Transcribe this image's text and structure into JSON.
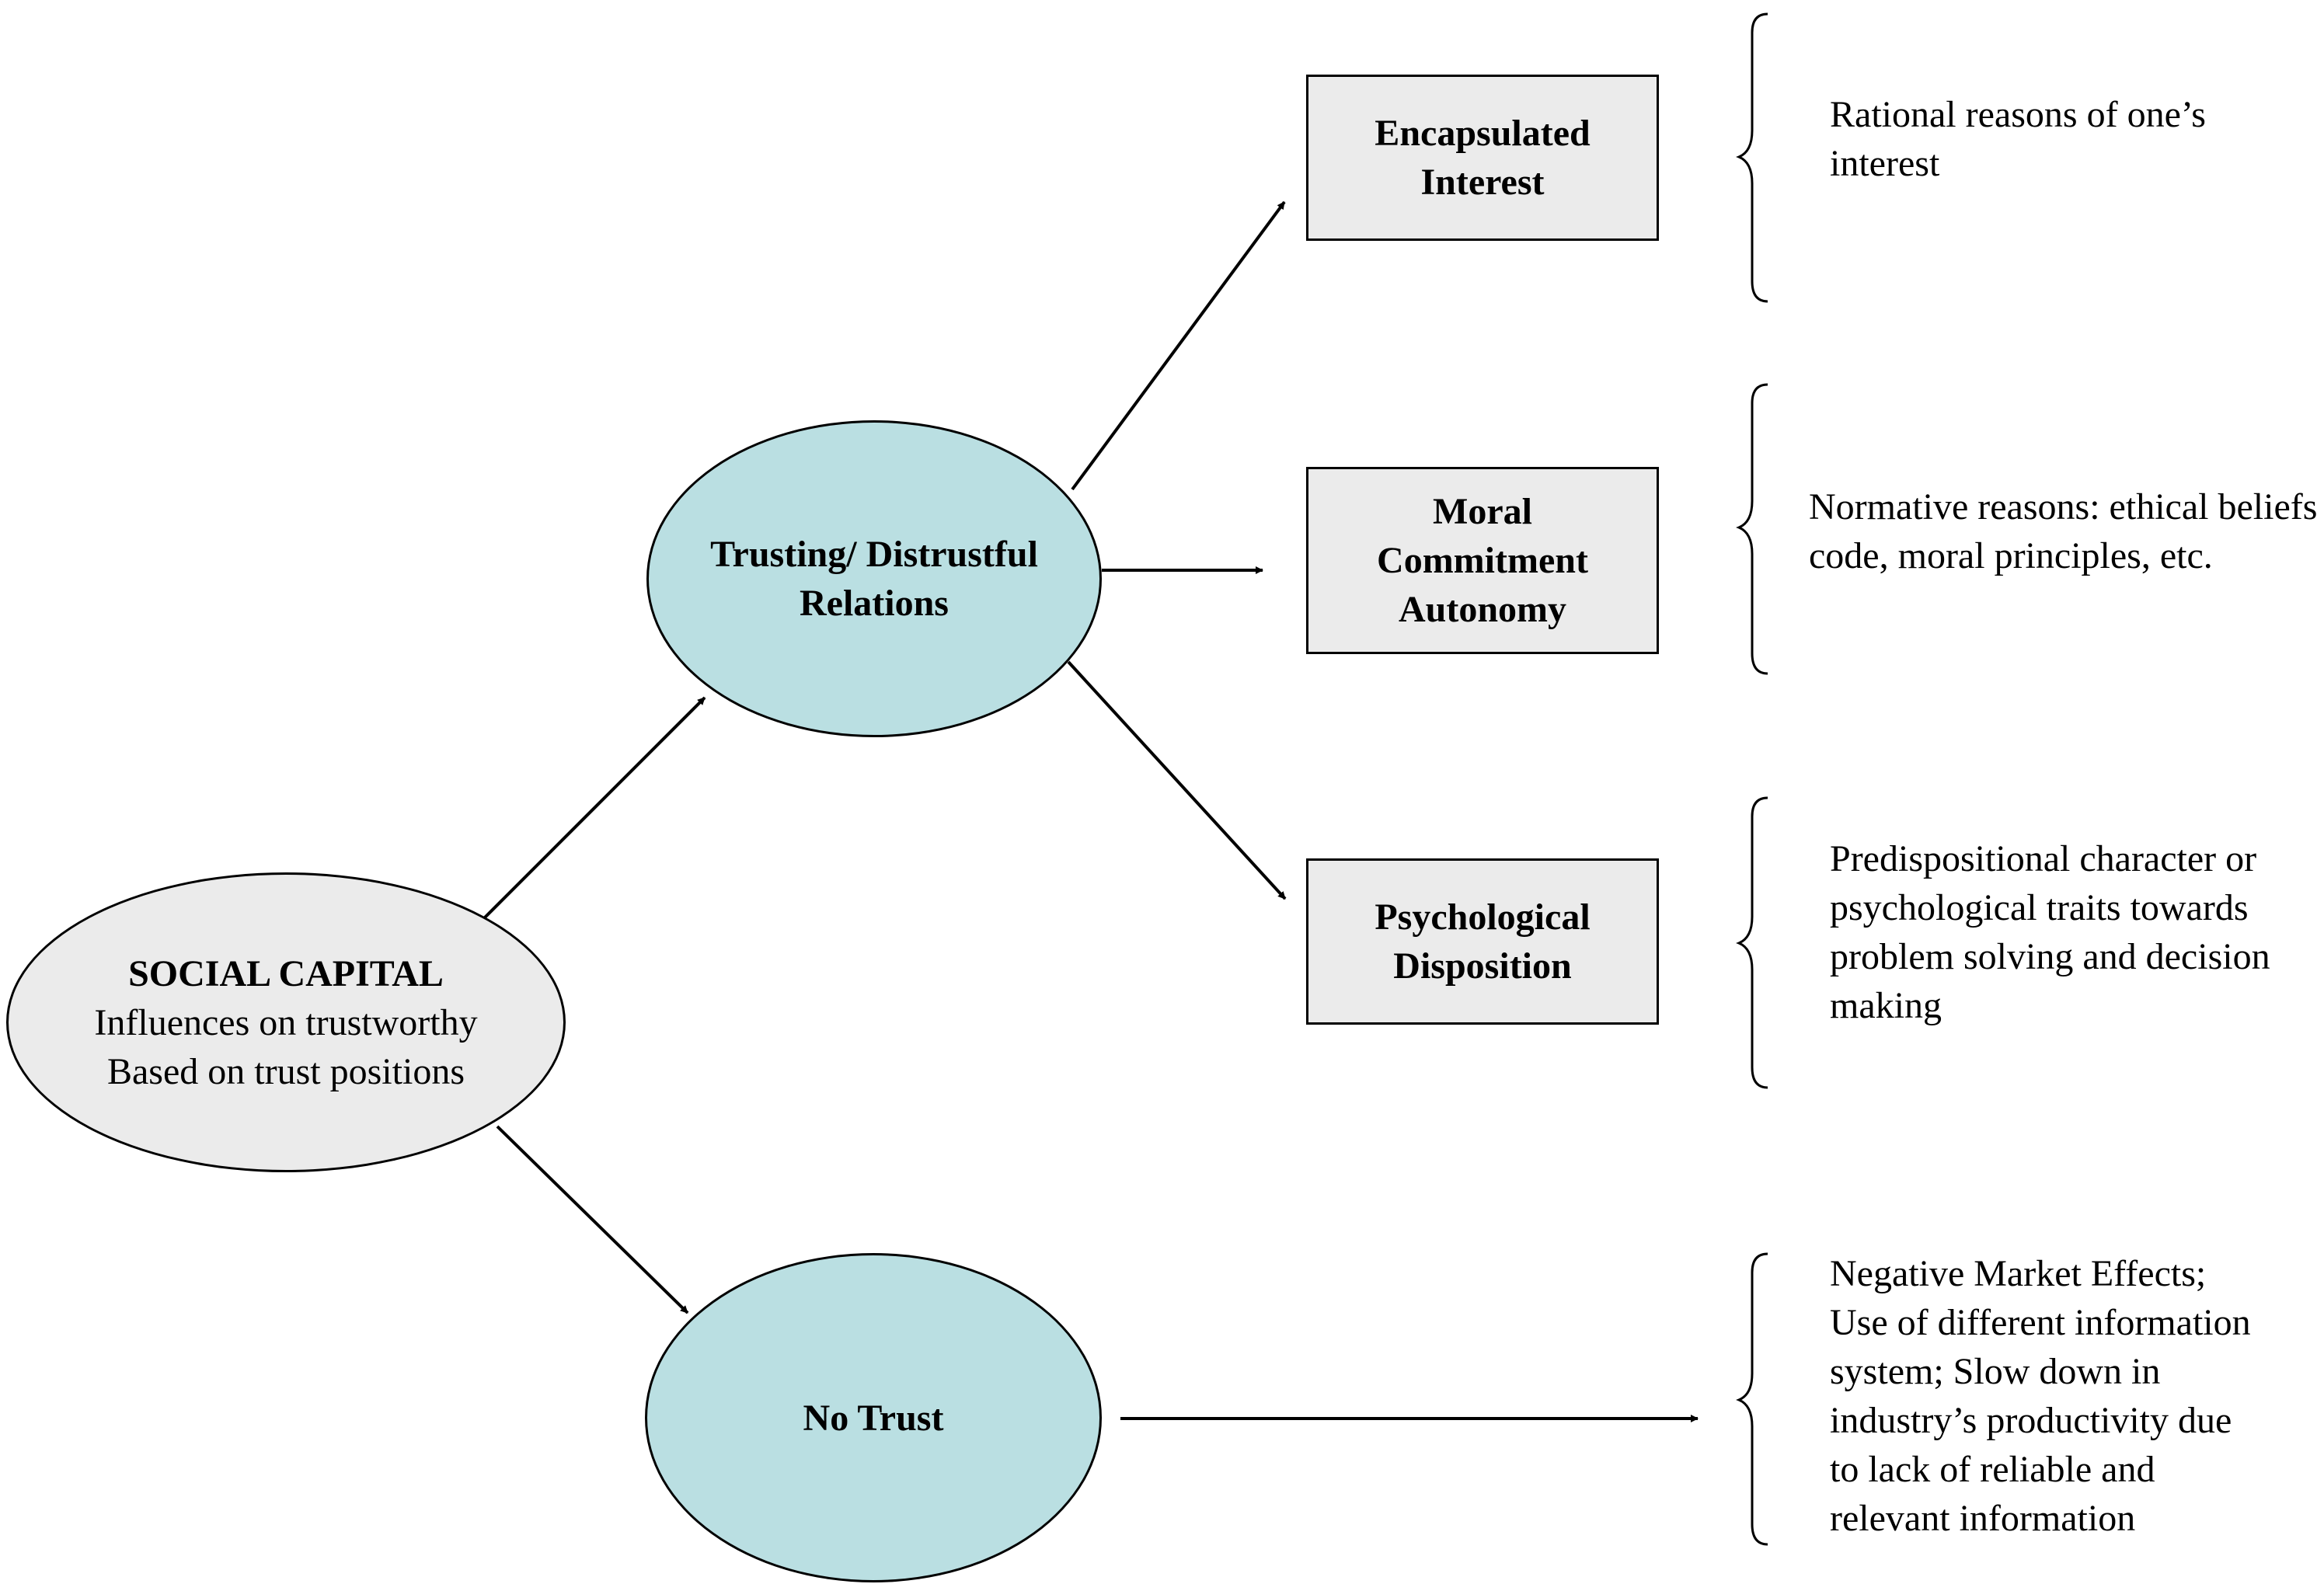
{
  "colors": {
    "ellipse_gray": "#ebebeb",
    "ellipse_teal": "#badfe2",
    "box_gray": "#ebebeb",
    "stroke": "#000000"
  },
  "nodes": {
    "social_capital": {
      "title": "SOCIAL CAPITAL",
      "line1": "Influences on trustworthy",
      "line2": "Based on trust positions"
    },
    "trusting": {
      "line1": "Trusting/ Distrustful",
      "line2": "Relations"
    },
    "no_trust": {
      "label": "No Trust"
    },
    "encapsulated": {
      "line1": "Encapsulated",
      "line2": "Interest"
    },
    "moral": {
      "line1": "Moral",
      "line2": "Commitment",
      "line3": "Autonomy"
    },
    "psychological": {
      "line1": "Psychological",
      "line2": "Disposition"
    }
  },
  "descriptions": {
    "encapsulated": [
      "Rational reasons of one’s",
      "interest"
    ],
    "moral": [
      "Normative reasons: ethical beliefs",
      "code, moral principles, etc."
    ],
    "psychological": [
      "Predispositional character or",
      "psychological traits towards",
      "problem solving and decision",
      "making"
    ],
    "no_trust": [
      "Negative Market Effects;",
      "Use of different information",
      "system; Slow down in",
      "industry’s productivity due",
      "to lack of reliable and",
      "relevant information"
    ]
  }
}
